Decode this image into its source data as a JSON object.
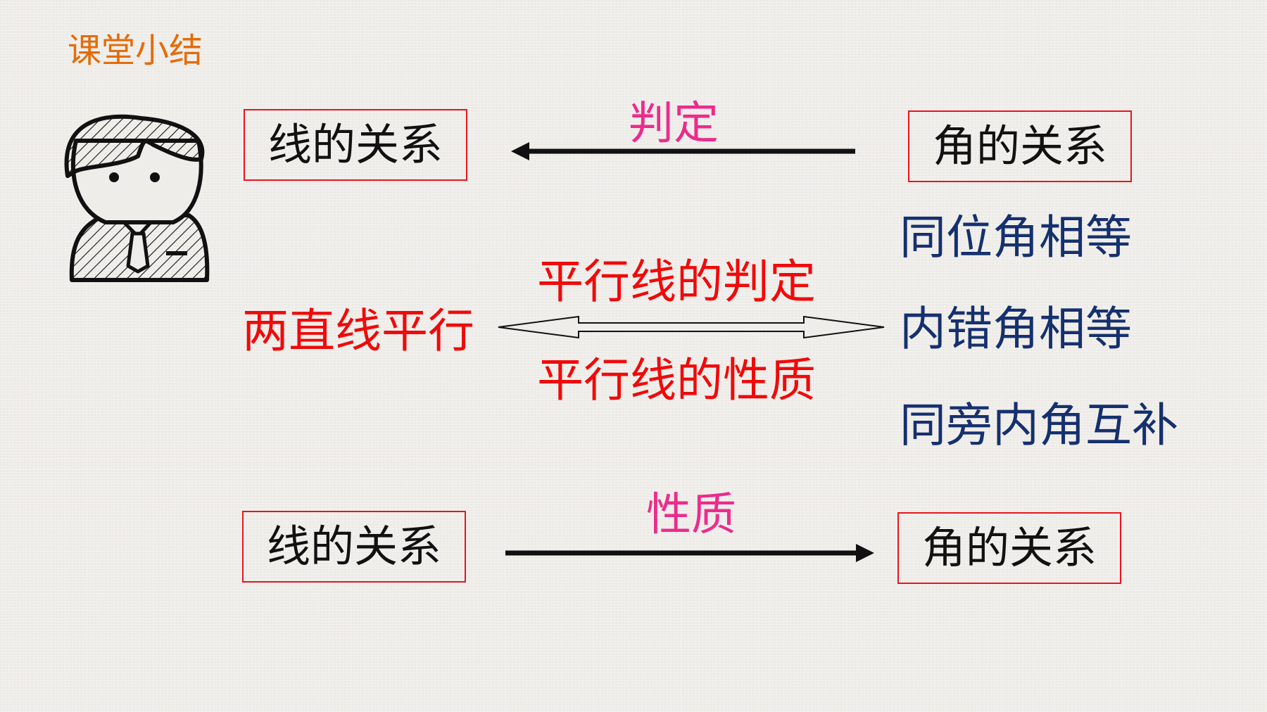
{
  "title": "课堂小结",
  "top_row": {
    "left_box": "线的关系",
    "arrow_label": "判定",
    "right_box": "角的关系"
  },
  "middle": {
    "left_text": "两直线平行",
    "upper_label": "平行线的判定",
    "lower_label": "平行线的性质",
    "conditions": [
      "同位角相等",
      "内错角相等",
      "同旁内角互补"
    ]
  },
  "bottom_row": {
    "left_box": "线的关系",
    "arrow_label": "性质",
    "right_box": "角的关系"
  },
  "colors": {
    "title": "#e36c0a",
    "box_border": "#e8141e",
    "pink_label": "#ec2c8c",
    "red_text": "#f00a0a",
    "blue_text": "#15306e"
  },
  "icons": {
    "teacher": "cartoon-teacher-icon"
  }
}
